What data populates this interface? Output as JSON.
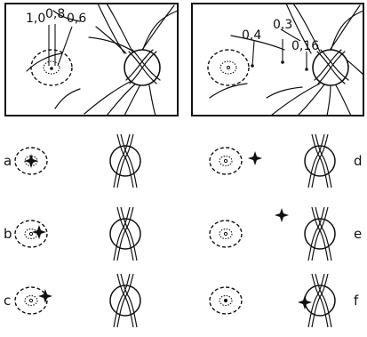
{
  "top_panels": {
    "left": {
      "labels": [
        "1,0",
        "0,8",
        "0,6"
      ]
    },
    "right": {
      "labels": [
        "0,4",
        "0,3",
        "0,16"
      ]
    }
  },
  "rows": [
    {
      "left_letter": "a",
      "right_letter": "d"
    },
    {
      "left_letter": "b",
      "right_letter": "e"
    },
    {
      "left_letter": "c",
      "right_letter": "f"
    }
  ],
  "icons": {
    "star": "four-point-star-icon",
    "optic_disc": "optic-disc-icon"
  },
  "colors": {
    "ink": "#111111",
    "paper": "#ffffff"
  }
}
